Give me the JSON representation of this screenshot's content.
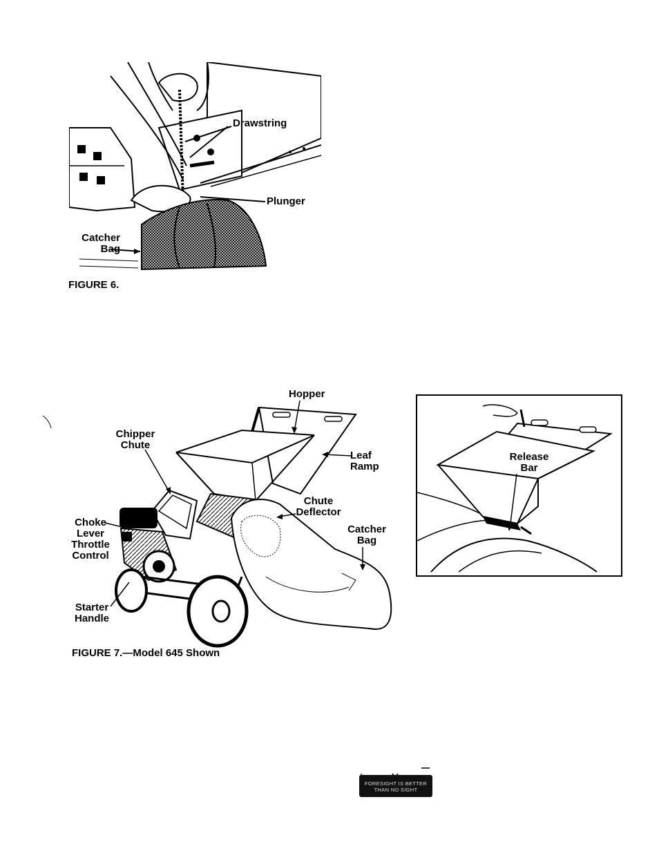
{
  "figure6": {
    "caption": "FIGURE 6.",
    "labels": {
      "drawstring": "Drawstring",
      "plunger": "Plunger",
      "catcher_bag": "Catcher\nBag"
    }
  },
  "figure7": {
    "caption": "FIGURE 7.—Model 645 Shown",
    "labels": {
      "hopper": "Hopper",
      "chipper_chute": "Chipper\nChute",
      "leaf_ramp": "Leaf\nRamp",
      "chute_deflector": "Chute\nDeflector",
      "catcher_bag": "Catcher\nBag",
      "choke_lever_throttle": "Choke\nLever\nThrottle\nControl",
      "starter_handle": "Starter\nHandle"
    }
  },
  "figure8": {
    "labels": {
      "release_bar": "Release\nBar"
    }
  },
  "badge": {
    "line1": "FORESIGHT IS BETTER",
    "line2": "THAN NO SIGHT"
  }
}
